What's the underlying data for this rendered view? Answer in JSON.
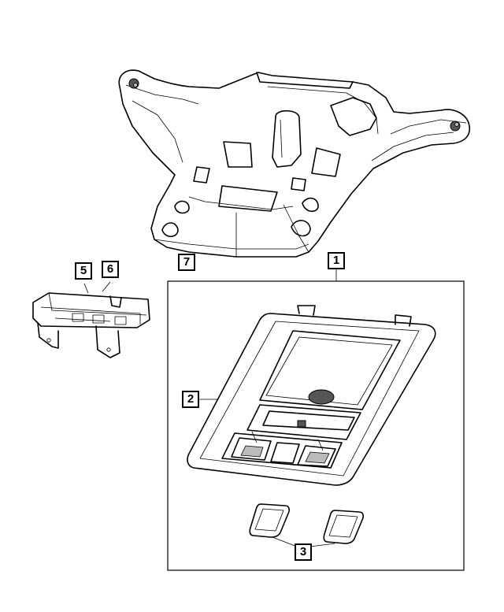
{
  "callouts": [
    {
      "id": "1",
      "label": "1"
    },
    {
      "id": "2",
      "label": "2"
    },
    {
      "id": "3",
      "label": "3"
    },
    {
      "id": "5",
      "label": "5"
    },
    {
      "id": "6",
      "label": "6"
    },
    {
      "id": "7",
      "label": "7"
    }
  ]
}
